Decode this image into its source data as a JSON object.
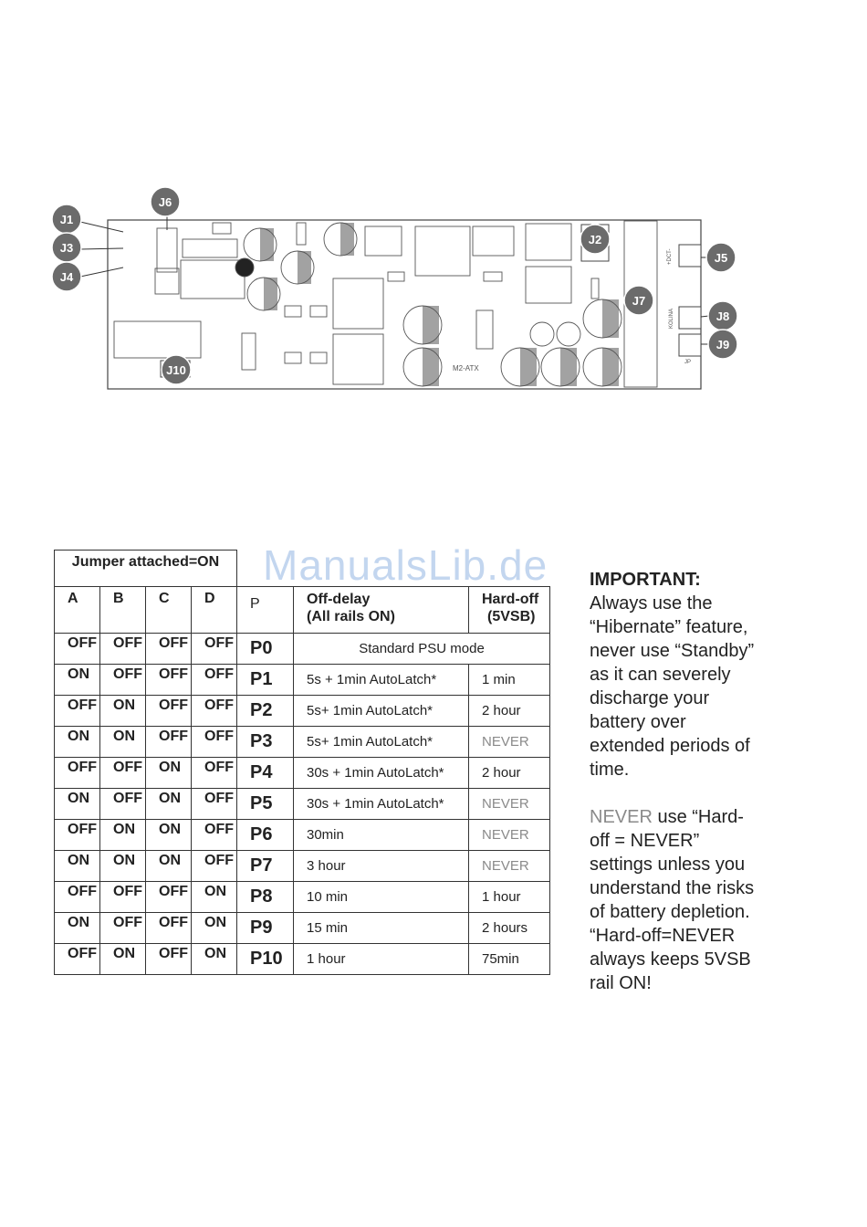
{
  "board": {
    "silk_label": "M2-ATX",
    "connectors": [
      "J1",
      "J3",
      "J4",
      "J6",
      "J2",
      "J5",
      "J7",
      "J8",
      "J9",
      "J10"
    ],
    "pin_labels": {
      "j5": "+DCT-",
      "j8": "KOLINA",
      "j9": "JP"
    }
  },
  "watermark": "ManualsLib.de",
  "table": {
    "group_header": "Jumper attached=ON",
    "col_a": "A",
    "col_b": "B",
    "col_c": "C",
    "col_d": "D",
    "col_p": "P",
    "col_offdelay_1": "Off-delay",
    "col_offdelay_2": "(All rails ON)",
    "col_hardoff_1": "Hard-off",
    "col_hardoff_2": "(5VSB)",
    "rows": [
      {
        "a": "OFF",
        "b": "OFF",
        "c": "OFF",
        "d": "OFF",
        "p": "P0",
        "offdelay": "Standard PSU mode",
        "hardoff": ""
      },
      {
        "a": "ON",
        "b": "OFF",
        "c": "OFF",
        "d": "OFF",
        "p": "P1",
        "offdelay": "5s + 1min AutoLatch*",
        "hardoff": "1 min"
      },
      {
        "a": "OFF",
        "b": "ON",
        "c": "OFF",
        "d": "OFF",
        "p": "P2",
        "offdelay": "5s+ 1min AutoLatch*",
        "hardoff": "2 hour"
      },
      {
        "a": "ON",
        "b": "ON",
        "c": "OFF",
        "d": "OFF",
        "p": "P3",
        "offdelay": "5s+ 1min AutoLatch*",
        "hardoff": "NEVER"
      },
      {
        "a": "OFF",
        "b": "OFF",
        "c": "ON",
        "d": "OFF",
        "p": "P4",
        "offdelay": "30s + 1min AutoLatch*",
        "hardoff": "2 hour"
      },
      {
        "a": "ON",
        "b": "OFF",
        "c": "ON",
        "d": "OFF",
        "p": "P5",
        "offdelay": "30s + 1min AutoLatch*",
        "hardoff": "NEVER"
      },
      {
        "a": "OFF",
        "b": "ON",
        "c": "ON",
        "d": "OFF",
        "p": "P6",
        "offdelay": "30min",
        "hardoff": "NEVER"
      },
      {
        "a": "ON",
        "b": "ON",
        "c": "ON",
        "d": "OFF",
        "p": "P7",
        "offdelay": "3 hour",
        "hardoff": "NEVER"
      },
      {
        "a": "OFF",
        "b": "OFF",
        "c": "OFF",
        "d": "ON",
        "p": "P8",
        "offdelay": "10 min",
        "hardoff": "1 hour"
      },
      {
        "a": "ON",
        "b": "OFF",
        "c": "OFF",
        "d": "ON",
        "p": "P9",
        "offdelay": "15 min",
        "hardoff": "2 hours"
      },
      {
        "a": "OFF",
        "b": "ON",
        "c": "OFF",
        "d": "ON",
        "p": "P10",
        "offdelay": "1 hour",
        "hardoff": "75min"
      }
    ]
  },
  "note": {
    "important_label": "IMPORTANT:",
    "para1_lines": [
      "Always use the",
      "“Hibernate” feature,",
      "never use “Standby”",
      "as it can severely",
      "discharge your",
      "battery over",
      "extended periods of",
      "time."
    ],
    "never_word": "NEVER",
    "para2_first_rest": " use “Hard-",
    "para2_lines": [
      "off = NEVER”",
      "settings unless you",
      "understand the risks",
      "of battery depletion.",
      "“Hard-off=NEVER",
      "always keeps 5VSB",
      "rail ON!"
    ]
  },
  "colors": {
    "never_grey": "#8a8a8a",
    "watermark": "#c3d6ef",
    "callout_fill": "#6b6b6b"
  }
}
